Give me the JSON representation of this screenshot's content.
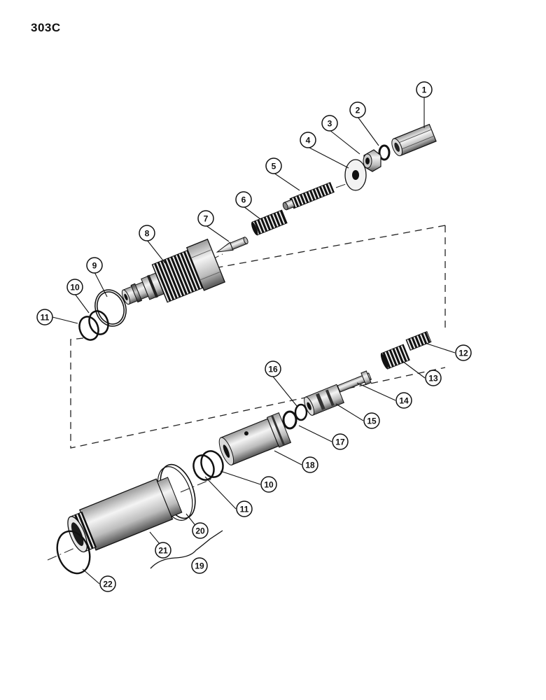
{
  "page_code": "303C",
  "callouts": [
    {
      "n": "1",
      "part": "hex-coupling"
    },
    {
      "n": "2",
      "part": "washer-small"
    },
    {
      "n": "3",
      "part": "hex-nut"
    },
    {
      "n": "4",
      "part": "flat-washer"
    },
    {
      "n": "5",
      "part": "adjusting-screw"
    },
    {
      "n": "6",
      "part": "spring"
    },
    {
      "n": "7",
      "part": "poppet-needle"
    },
    {
      "n": "8",
      "part": "valve-body"
    },
    {
      "n": "9",
      "part": "backup-ring-large"
    },
    {
      "n": "10",
      "part": "o-ring"
    },
    {
      "n": "11",
      "part": "backup-ring"
    },
    {
      "n": "12",
      "part": "spring-small"
    },
    {
      "n": "13",
      "part": "spring"
    },
    {
      "n": "14",
      "part": "pin"
    },
    {
      "n": "15",
      "part": "spool"
    },
    {
      "n": "16",
      "part": "backup-ring-small"
    },
    {
      "n": "17",
      "part": "o-ring-small"
    },
    {
      "n": "18",
      "part": "sleeve"
    },
    {
      "n": "10",
      "part": "o-ring"
    },
    {
      "n": "11",
      "part": "backup-ring"
    },
    {
      "n": "19",
      "part": "cartridge-assembly"
    },
    {
      "n": "20",
      "part": "housing"
    },
    {
      "n": "21",
      "part": "housing-seal"
    },
    {
      "n": "22",
      "part": "retaining-ring"
    }
  ]
}
